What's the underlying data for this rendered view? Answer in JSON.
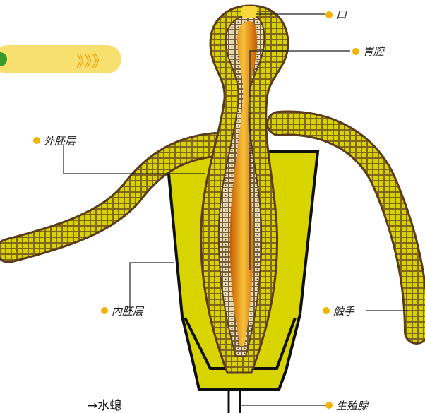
{
  "labels": {
    "mouth": "口",
    "gastric_cavity": "胃腔",
    "ectoderm": "外胚层",
    "endoderm": "内胚层",
    "tentacle": "触手",
    "gonad": "生殖腺"
  },
  "caption": "→水螅",
  "banner_arrows": "》》》",
  "colors": {
    "marker": "#f0b400",
    "body_yellow": "#d8d400",
    "cell_outline": "#5a3b1a",
    "cavity_orange": "#e07a10",
    "cavity_center": "#f5c030",
    "banner": "#f8e070"
  }
}
